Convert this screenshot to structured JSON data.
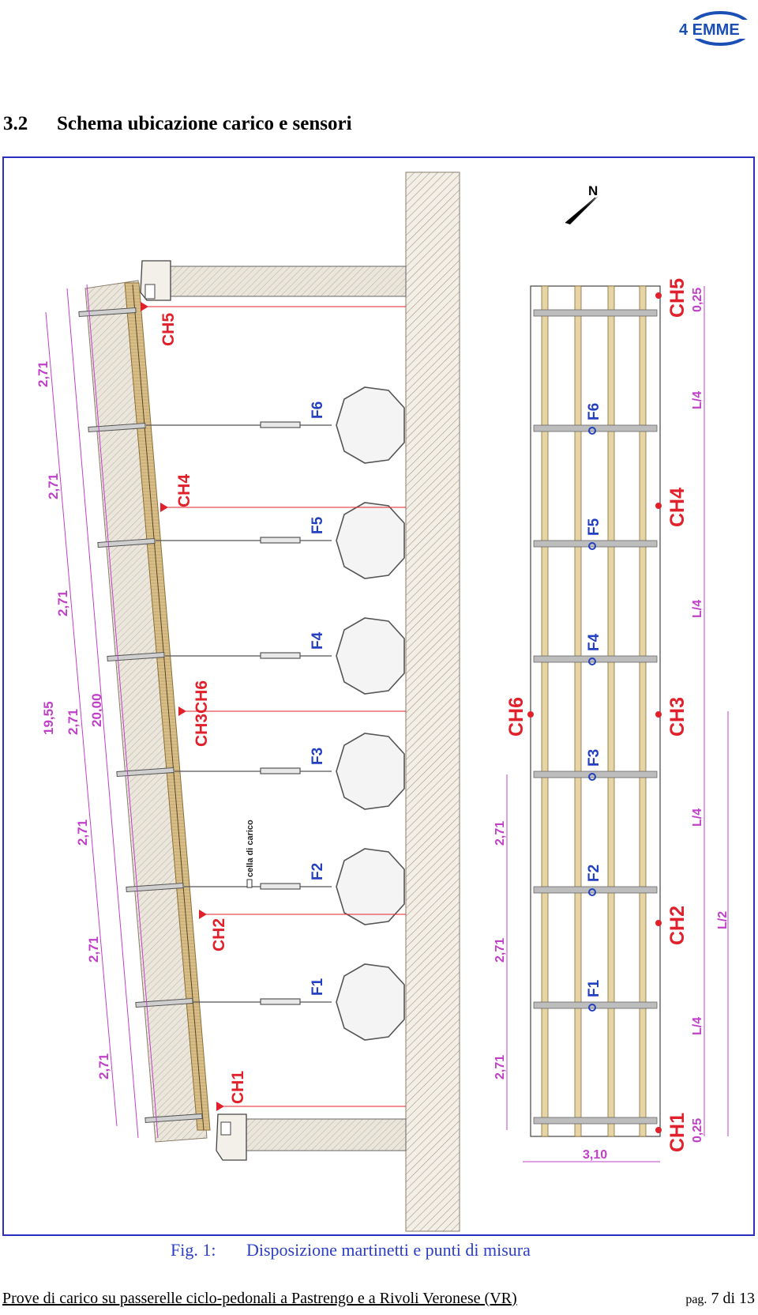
{
  "header": {
    "logo_text": "4 EMME",
    "brand_color": "#1a4fb4"
  },
  "section": {
    "number": "3.2",
    "title": "Schema ubicazione carico e sensori"
  },
  "figure": {
    "north_label": "N",
    "load_cell_label": "cella di carico",
    "sensor_color": "#e0202a",
    "dimension_color": "#c040c8",
    "elevation": {
      "span_labels": [
        "2,71",
        "2,71",
        "2,71",
        "2,71",
        "2,71",
        "2,71",
        "2,71"
      ],
      "total_labels": [
        "19,55",
        "2,71",
        "20,00"
      ],
      "ch_labels": [
        "CH5",
        "CH4",
        "CH3CH6",
        "CH2",
        "CH1"
      ],
      "f_labels": [
        "F6",
        "F5",
        "F4",
        "F3",
        "F2",
        "F1"
      ]
    },
    "plan": {
      "span_labels": [
        "2,71",
        "2,71",
        "2,71"
      ],
      "width_label": "3,10",
      "ch_left": [
        "CH6"
      ],
      "ch_right": [
        "CH5",
        "CH4",
        "CH3",
        "CH2",
        "CH1"
      ],
      "f_labels": [
        "F6",
        "F5",
        "F4",
        "F3",
        "F2",
        "F1"
      ],
      "dim_right": [
        "0,25",
        "L/4",
        "L/4",
        "L/4",
        "L/4",
        "0,25"
      ],
      "half_label": "L/2"
    }
  },
  "caption": {
    "label": "Fig. 1:",
    "text": "Disposizione martinetti e punti di misura"
  },
  "footer": {
    "left": "Prove di carico su passerelle ciclo-pedonali a Pastrengo e a Rivoli Veronese (VR)",
    "page_prefix": "pag.",
    "page_text": "7 di 13"
  }
}
